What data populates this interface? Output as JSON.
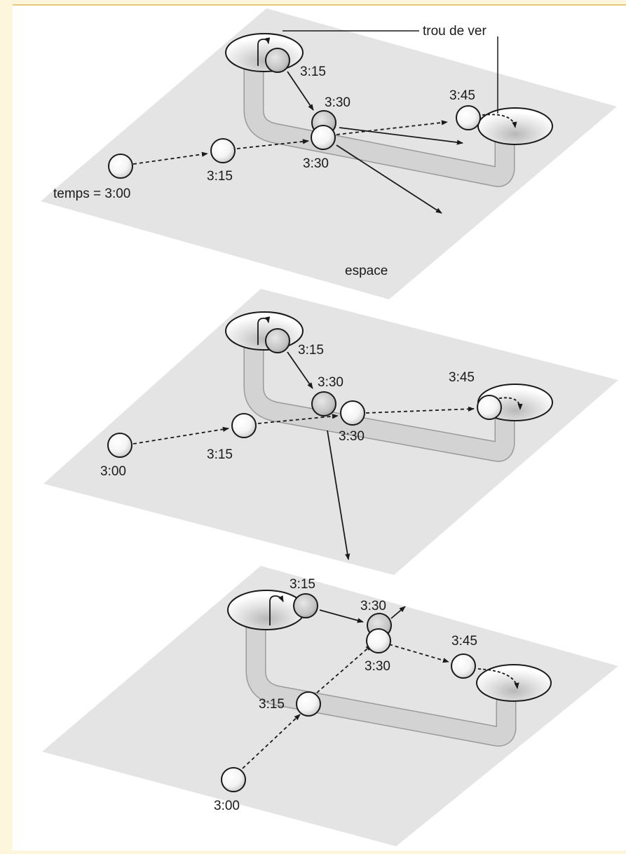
{
  "labels": {
    "wormhole": "trou de ver",
    "space": "espace",
    "start_time": "temps = 3:00",
    "t300": "3:00",
    "t315": "3:15",
    "t330": "3:30",
    "t345": "3:45"
  },
  "colors": {
    "page_background": "#fdf5dc",
    "panel_background": "#ffffff",
    "plane_fill": "#e4e4e4",
    "tube_fill": "#d2d2d2",
    "ball_fill": "#ffffff",
    "shaded_ball_fill": "#c8c8c8",
    "ink": "#1a1a1a"
  }
}
